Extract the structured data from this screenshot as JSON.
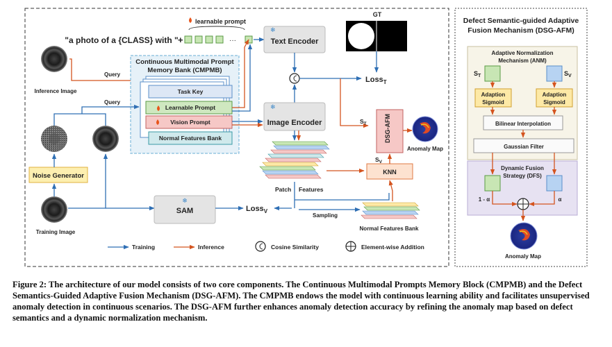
{
  "colors": {
    "training_arrow": "#2f6fb4",
    "inference_arrow": "#d4541f",
    "panel_bg": "#f7f4e8",
    "cmpmb_bg": "#e6f1f8",
    "ssm_yellow": "#fde9a6",
    "dfs_bg": "#e7e2f2",
    "green_patch": "#c8e6b4",
    "blue_patch": "#b7d3f2"
  },
  "icons": [
    "snowflake-icon",
    "flame-icon",
    "cosine-similarity-icon",
    "element-wise-addition-icon"
  ],
  "left": {
    "prompt_text": "\"a photo of a {CLASS} with \"",
    "plus": "+",
    "learnable_prompt_label": "learnable prompt",
    "ellipsis": "···",
    "text_encoder": "Text Encoder",
    "image_encoder": "Image Encoder",
    "gt_label": "GT",
    "loss_t": "Loss",
    "loss_t_sub": "T",
    "loss_v": "Loss",
    "loss_v_sub": "V",
    "inference_image": "Inference Image",
    "training_image": "Training Image",
    "noise_generator": "Noise Generator",
    "query_1": "Query",
    "query_2": "Query",
    "cmpmb_title_1": "Continuous Multimodal Prompt",
    "cmpmb_title_2": "Memory Bank (CMPMB)",
    "task_key": "Task Key",
    "learnable_prompt_card": "Learnable Prompt",
    "vision_prompt": "Vision Prompt",
    "normal_features_bank_card": "Normal Features Bank",
    "dsg_afm_box": "DSG-AFM",
    "anomaly_map": "Anomaly Map",
    "s_t": "S",
    "s_t_sub": "T",
    "s_v": "S",
    "s_v_sub": "V",
    "knn": "KNN",
    "patch_label": "Patch",
    "features_label": "Features",
    "sam": "SAM",
    "sampling": "Sampling",
    "normal_features_bank": "Normal Features Bank"
  },
  "legend": {
    "training": "Training",
    "inference": "Inference",
    "cosine": "Cosine Similarity",
    "addition": "Element-wise Addition"
  },
  "right": {
    "title_1": "Defect Semantic-guided Adaptive",
    "title_2": "Fusion Mechanism (DSG-AFM)",
    "anm_1": "Adaptive Normalization",
    "anm_2": "Mechanism (ANM)",
    "s_t": "S",
    "s_t_sub": "T",
    "s_v": "S",
    "s_v_sub": "V",
    "adaption": "Adaption",
    "sigmoid": "Sigmoid",
    "bilinear": "Bilinear Interpolation",
    "gaussian": "Gaussian Filter",
    "dfs_1": "Dynamic Fusion",
    "dfs_2": "Strategy (DFS)",
    "one_minus_alpha": "1 - α",
    "alpha": "α",
    "anomaly_map": "Anomaly Map"
  },
  "caption": "Figure 2: The architecture of our model consists of two core components. The Continuous Multimodal Prompts Memory Block (CMPMB) and the Defect Semantics-Guided Adaptive Fusion Mechanism (DSG-AFM). The CMPMB endows the model with continuous learning ability and facilitates unsupervised anomaly detection in continuous scenarios. The DSG-AFM further enhances anomaly detection accuracy by refining the anomaly map based on defect semantics and a dynamic normalization mechanism."
}
